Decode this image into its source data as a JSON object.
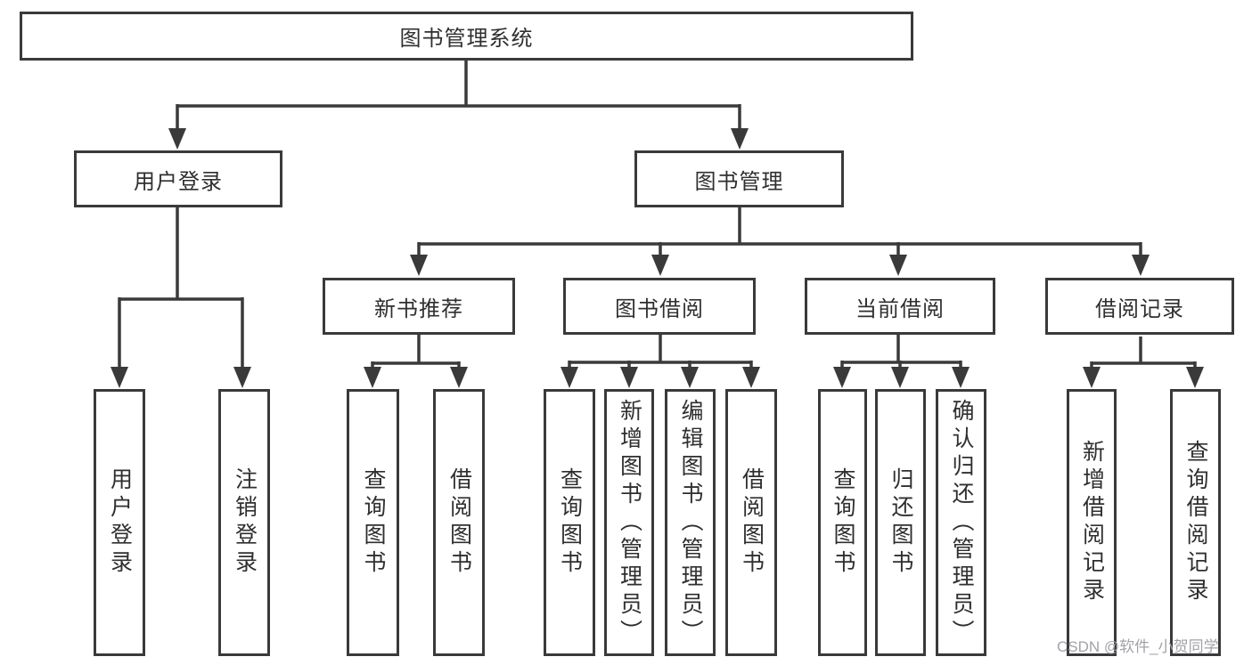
{
  "diagram": {
    "title": "图书管理系统",
    "root": {
      "label": "图书管理系统"
    },
    "level2": [
      {
        "label": "用户登录"
      },
      {
        "label": "图书管理"
      }
    ],
    "level3": [
      {
        "label": "新书推荐"
      },
      {
        "label": "图书借阅"
      },
      {
        "label": "当前借阅"
      },
      {
        "label": "借阅记录"
      }
    ],
    "leaves": [
      {
        "label": "用户登录",
        "parent": "用户登录"
      },
      {
        "label": "注销登录",
        "parent": "用户登录"
      },
      {
        "label": "查询图书",
        "parent": "新书推荐"
      },
      {
        "label": "借阅图书",
        "parent": "新书推荐"
      },
      {
        "label": "查询图书",
        "parent": "图书借阅"
      },
      {
        "label": "新增图书（管理员）",
        "parent": "图书借阅"
      },
      {
        "label": "编辑图书（管理员）",
        "parent": "图书借阅"
      },
      {
        "label": "借阅图书",
        "parent": "图书借阅"
      },
      {
        "label": "查询图书",
        "parent": "当前借阅"
      },
      {
        "label": "归还图书",
        "parent": "当前借阅"
      },
      {
        "label": "确认归还（管理员）",
        "parent": "当前借阅"
      },
      {
        "label": "新增借阅记录",
        "parent": "借阅记录"
      },
      {
        "label": "查询借阅记录",
        "parent": "借阅记录"
      }
    ],
    "colors": {
      "line": "#3a3a3a",
      "text": "#2f2f2f",
      "background": "#ffffff",
      "watermark": "#a2a2a8"
    }
  },
  "watermark": {
    "text": "CSDN @软件_小贺同学"
  }
}
